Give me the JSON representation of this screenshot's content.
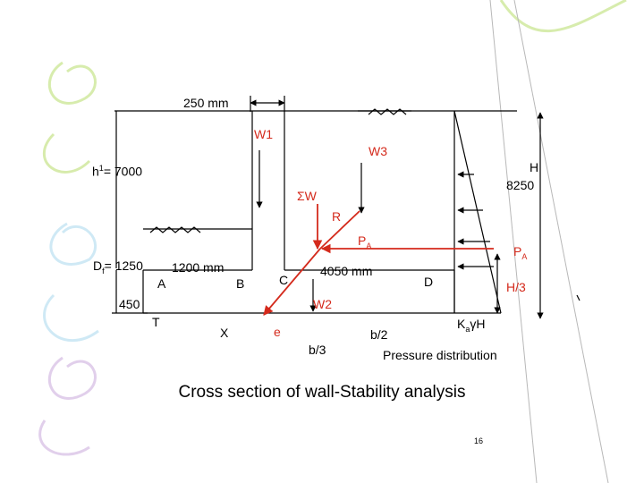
{
  "diagram": {
    "caption": "Cross section of wall-Stability analysis",
    "page_number": "16",
    "labels": {
      "top_width": "250 mm",
      "w1": "W1",
      "w3": "W3",
      "h1_prefix": "h",
      "h1_sub": "1",
      "h1_value": "= 7000",
      "h_label": "H",
      "h_value": "8250",
      "sigma_w": "ΣW",
      "r": "R",
      "pa_red_main": "P",
      "pa_red_sub": "A",
      "pa_right_main": "P",
      "pa_right_sub": "A",
      "df_main": "D",
      "df_sub": "f",
      "df_value": "= 1250",
      "toe_width": "1200 mm",
      "a": "A",
      "b": "B",
      "c": "C",
      "heel_width": "4050 mm",
      "d": "D",
      "h3": "H/3",
      "base_thickness": "450",
      "w2": "W2",
      "t": "T",
      "x": "X",
      "e": "e",
      "b3": "b/3",
      "b2": "b/2",
      "ka_main": "K",
      "ka_sub": "a",
      "ka_rest": "γH",
      "pressure": "Pressure distribution"
    }
  },
  "colors": {
    "line": "#000000",
    "resultant": "#d42a1c",
    "decoration_green": "#b7dc6a",
    "decoration_blue": "#a9d8ee",
    "decoration_purple": "#c9a9dc"
  }
}
